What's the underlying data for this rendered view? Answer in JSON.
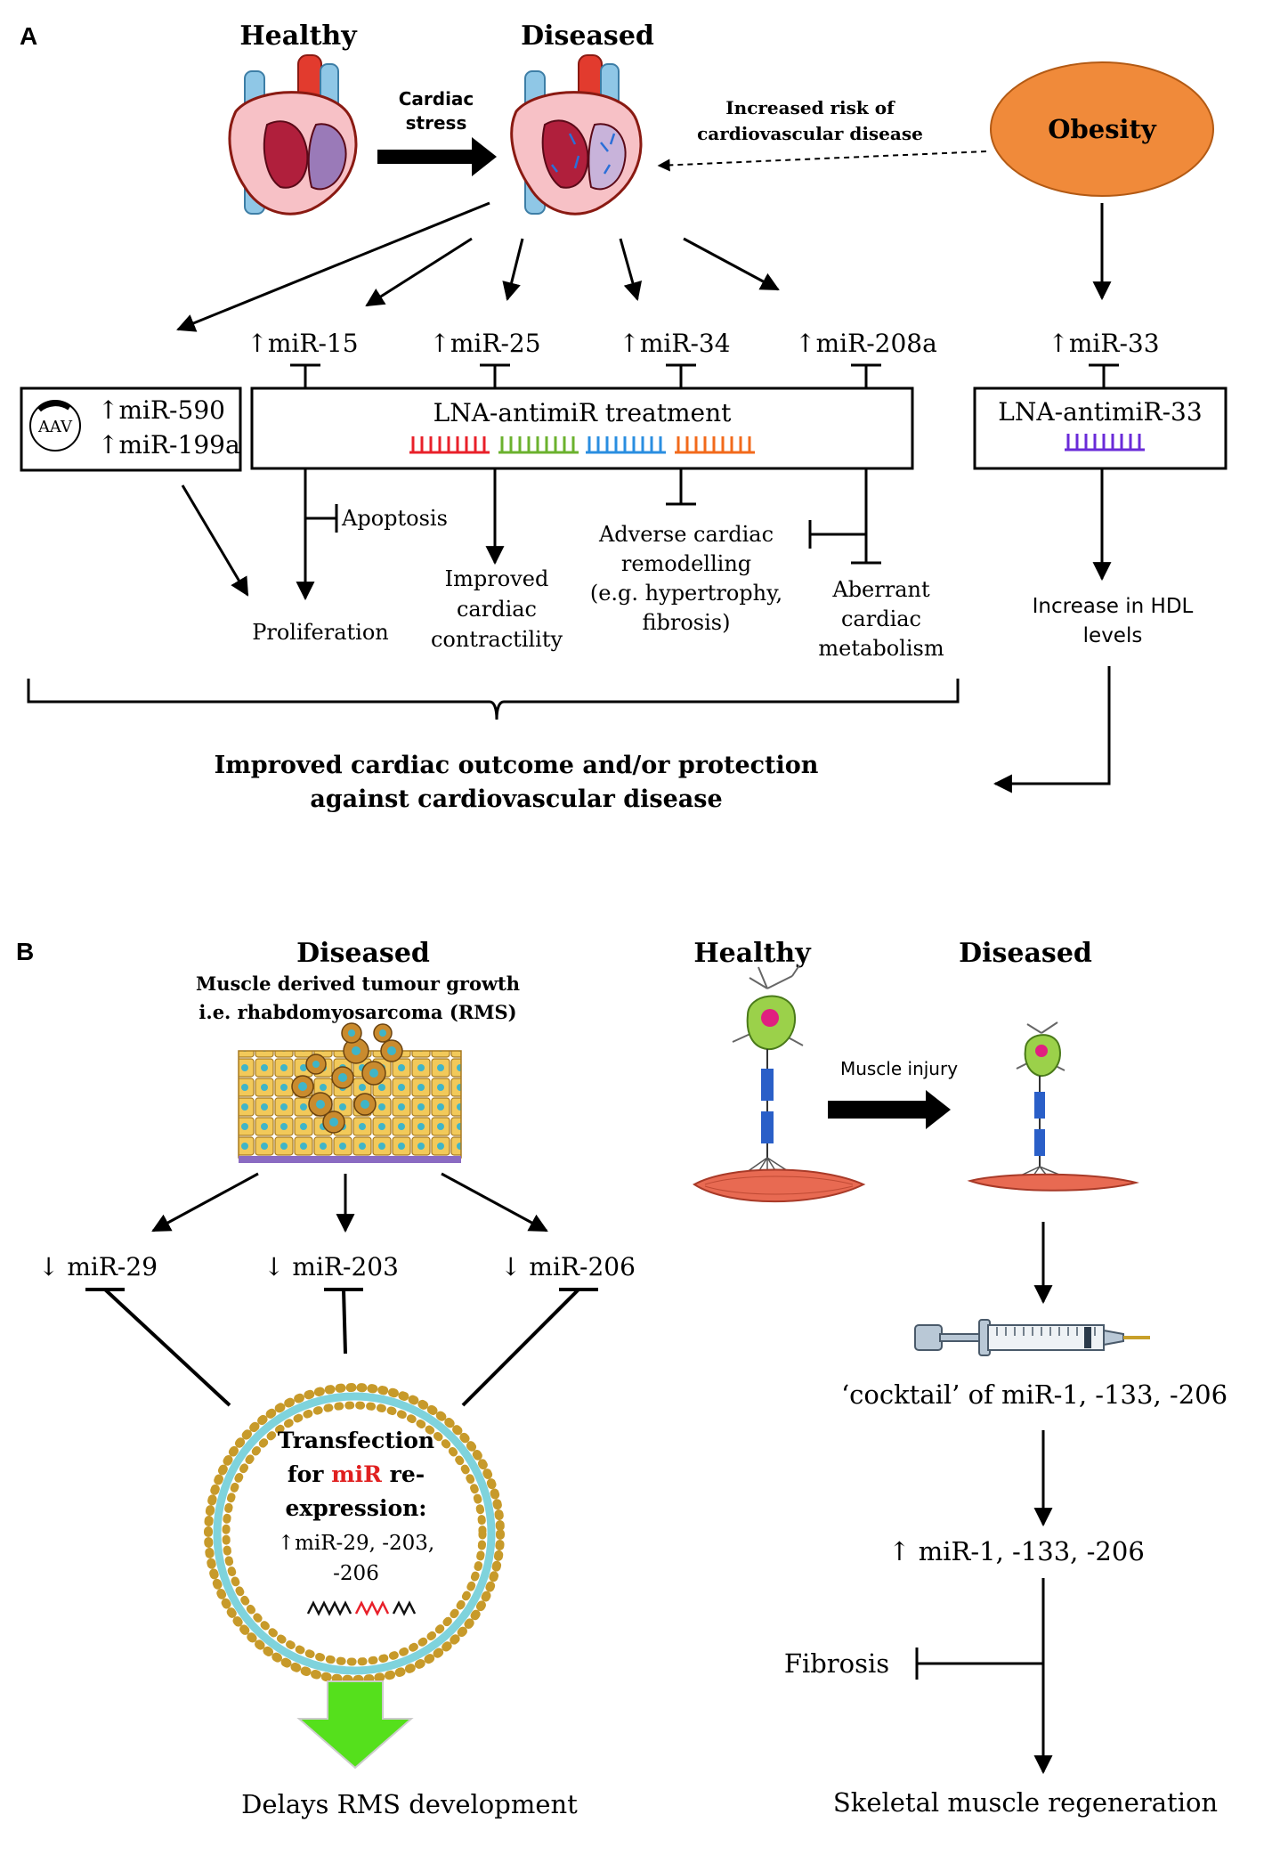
{
  "panel_a": {
    "label": "A",
    "healthy": "Healthy",
    "diseased": "Diseased",
    "cardiac_stress": [
      "Cardiac",
      "stress"
    ],
    "risk": [
      "Increased risk of",
      "cardiovascular disease"
    ],
    "obesity": "Obesity",
    "mirs": [
      "↑miR-15",
      "↑miR-25",
      "↑miR-34",
      "↑miR-208a"
    ],
    "mir33": "↑miR-33",
    "aav": "AAV",
    "aav_mirs": [
      "↑miR-590",
      "↑miR-199a"
    ],
    "lna_treatment": "LNA-antimiR treatment",
    "lna33": "LNA-antimiR-33",
    "apoptosis": "Apoptosis",
    "proliferation": "Proliferation",
    "contractility": [
      "Improved",
      "cardiac",
      "contractility"
    ],
    "remodelling": [
      "Adverse cardiac",
      "remodelling",
      "(e.g. hypertrophy,",
      "fibrosis)"
    ],
    "metabolism": [
      "Aberrant",
      "cardiac",
      "metabolism"
    ],
    "hdl": [
      "Increase in HDL",
      "levels"
    ],
    "outcome": [
      "Improved cardiac outcome and/or protection",
      "against cardiovascular disease"
    ]
  },
  "panel_b": {
    "label": "B",
    "diseased_left": "Diseased",
    "tumour": [
      "Muscle derived tumour growth",
      "i.e. rhabdomyosarcoma (RMS)"
    ],
    "mirs": [
      "↓ miR-29",
      "↓ miR-203",
      "↓ miR-206"
    ],
    "transfection": [
      "Transfection",
      "for",
      "miR",
      "re-",
      "expression:"
    ],
    "transfection_mirs": [
      "↑miR-29, -203,",
      "-206"
    ],
    "delays": "Delays RMS development",
    "healthy": "Healthy",
    "diseased_right": "Diseased",
    "injury": "Muscle injury",
    "cocktail": "‘cocktail’ of miR-1, -133, -206",
    "up_mirs": "↑ miR-1, -133, -206",
    "fibrosis": "Fibrosis",
    "regeneration": "Skeletal muscle regeneration"
  },
  "colors": {
    "obesity_fill": "#f08a3a",
    "red_bar": "#e8202a",
    "green_bar": "#6bb22e",
    "blue_bar": "#2a8ee0",
    "orange_bar": "#f26a1b",
    "purple_bar": "#6a2bd8",
    "mir_highlight": "#e02020",
    "down_arrow_green": "#55e01c"
  }
}
